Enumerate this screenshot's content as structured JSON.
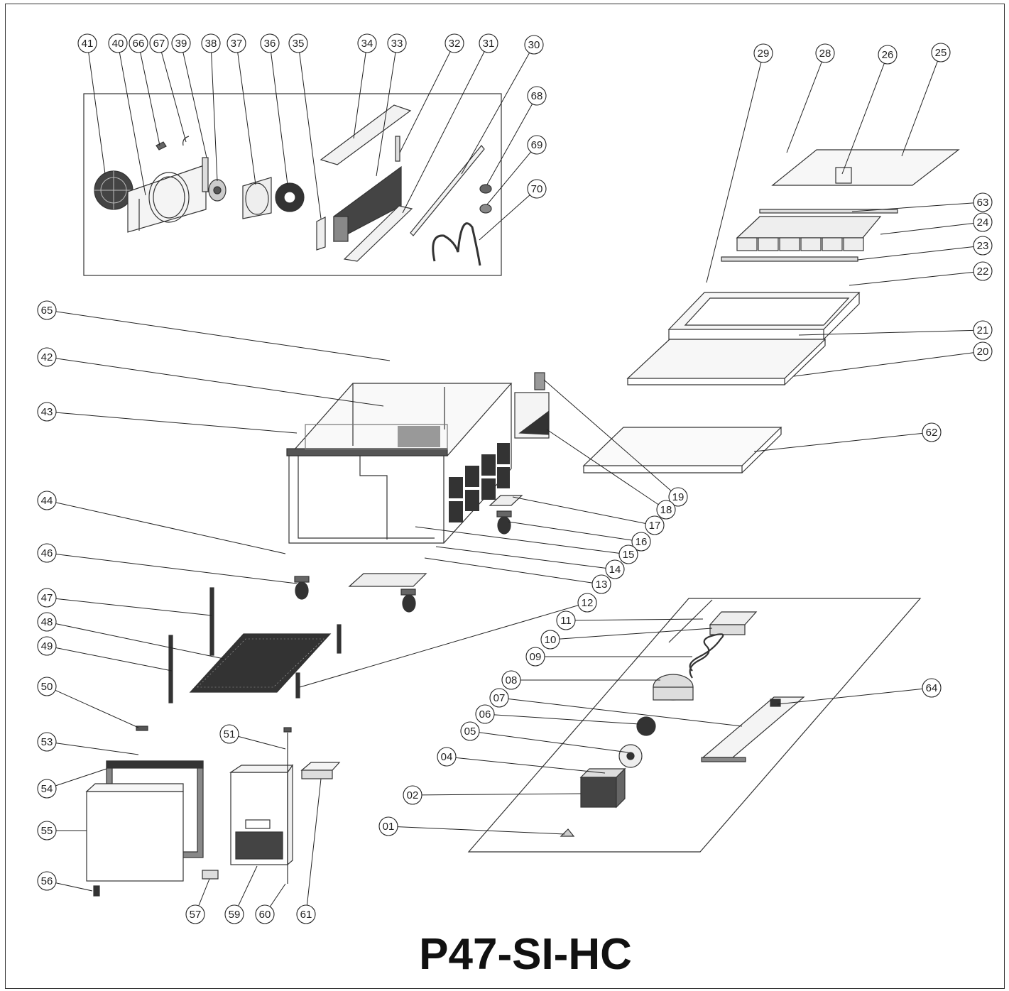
{
  "title": "P47-SI-HC",
  "colors": {
    "ink": "#222222",
    "part_fill": "#e8e8e8",
    "dark_fill": "#333333"
  },
  "callouts": [
    {
      "id": "41",
      "label": "41"
    },
    {
      "id": "40",
      "label": "40"
    },
    {
      "id": "66",
      "label": "66"
    },
    {
      "id": "67",
      "label": "67"
    },
    {
      "id": "39",
      "label": "39"
    },
    {
      "id": "38",
      "label": "38"
    },
    {
      "id": "37",
      "label": "37"
    },
    {
      "id": "36",
      "label": "36"
    },
    {
      "id": "35",
      "label": "35"
    },
    {
      "id": "34",
      "label": "34"
    },
    {
      "id": "33",
      "label": "33"
    },
    {
      "id": "32",
      "label": "32"
    },
    {
      "id": "31",
      "label": "31"
    },
    {
      "id": "30",
      "label": "30"
    },
    {
      "id": "68",
      "label": "68"
    },
    {
      "id": "69",
      "label": "69"
    },
    {
      "id": "70",
      "label": "70"
    },
    {
      "id": "29",
      "label": "29"
    },
    {
      "id": "28",
      "label": "28"
    },
    {
      "id": "26",
      "label": "26"
    },
    {
      "id": "25",
      "label": "25"
    },
    {
      "id": "63",
      "label": "63"
    },
    {
      "id": "24",
      "label": "24"
    },
    {
      "id": "23",
      "label": "23"
    },
    {
      "id": "22",
      "label": "22"
    },
    {
      "id": "21",
      "label": "21"
    },
    {
      "id": "20",
      "label": "20"
    },
    {
      "id": "62",
      "label": "62"
    },
    {
      "id": "65",
      "label": "65"
    },
    {
      "id": "42",
      "label": "42"
    },
    {
      "id": "43",
      "label": "43"
    },
    {
      "id": "19",
      "label": "19"
    },
    {
      "id": "18",
      "label": "18"
    },
    {
      "id": "17",
      "label": "17"
    },
    {
      "id": "16",
      "label": "16"
    },
    {
      "id": "15",
      "label": "15"
    },
    {
      "id": "14",
      "label": "14"
    },
    {
      "id": "13",
      "label": "13"
    },
    {
      "id": "12",
      "label": "12"
    },
    {
      "id": "44",
      "label": "44"
    },
    {
      "id": "46",
      "label": "46"
    },
    {
      "id": "47",
      "label": "47"
    },
    {
      "id": "48",
      "label": "48"
    },
    {
      "id": "49",
      "label": "49"
    },
    {
      "id": "11",
      "label": "11"
    },
    {
      "id": "10",
      "label": "10"
    },
    {
      "id": "09",
      "label": "09"
    },
    {
      "id": "08",
      "label": "08"
    },
    {
      "id": "64",
      "label": "64"
    },
    {
      "id": "07",
      "label": "07"
    },
    {
      "id": "06",
      "label": "06"
    },
    {
      "id": "05",
      "label": "05"
    },
    {
      "id": "04",
      "label": "04"
    },
    {
      "id": "02",
      "label": "02"
    },
    {
      "id": "01",
      "label": "01"
    },
    {
      "id": "50",
      "label": "50"
    },
    {
      "id": "53",
      "label": "53"
    },
    {
      "id": "54",
      "label": "54"
    },
    {
      "id": "55",
      "label": "55"
    },
    {
      "id": "56",
      "label": "56"
    },
    {
      "id": "51",
      "label": "51"
    },
    {
      "id": "57",
      "label": "57"
    },
    {
      "id": "59",
      "label": "59"
    },
    {
      "id": "60",
      "label": "60"
    },
    {
      "id": "61",
      "label": "61"
    }
  ]
}
